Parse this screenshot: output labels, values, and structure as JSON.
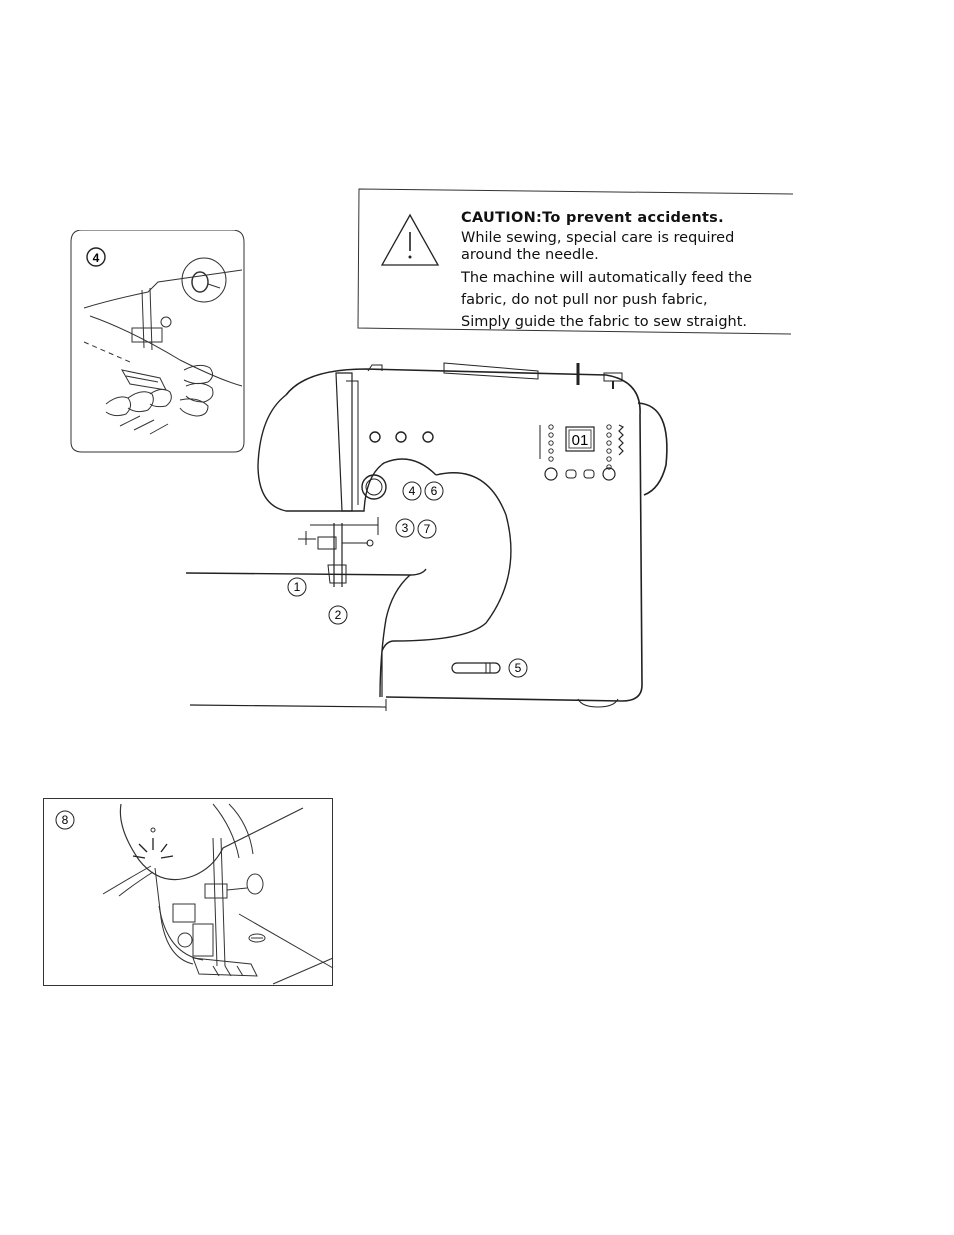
{
  "caution": {
    "title": "CAUTION:To prevent accidents.",
    "lines": [
      "While sewing, special care is required",
      "around the needle.",
      "The machine will automatically feed the",
      "fabric, do not pull nor push fabric,",
      "Simply guide the fabric to sew straight."
    ]
  },
  "display": {
    "pattern_number": "01"
  },
  "callouts": {
    "inset_top": "4",
    "c1": "1",
    "c2": "2",
    "c3": "3",
    "c4": "4",
    "c5": "5",
    "c6": "6",
    "c7": "7",
    "inset_bottom": "8"
  },
  "icons": [
    "warning-triangle-icon"
  ]
}
